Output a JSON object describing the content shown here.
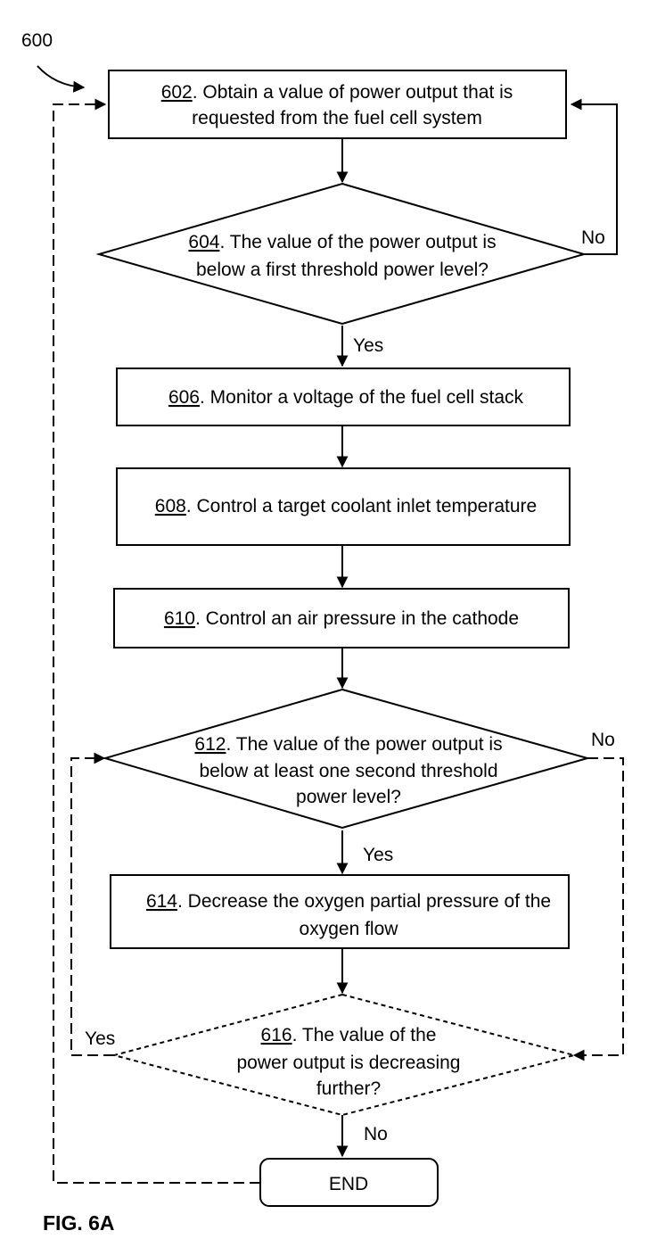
{
  "diagram": {
    "figure_number": "600",
    "caption": "FIG. 6A",
    "steps": {
      "s602": {
        "ref": "602",
        "line1": ". Obtain a value of power output that is",
        "line2": "requested from the fuel cell system"
      },
      "s604": {
        "ref": "604",
        "line1": ". The value of the power output is",
        "line2": "below a first threshold power level?"
      },
      "s606": {
        "ref": "606",
        "line1": ". Monitor a voltage of the fuel cell stack"
      },
      "s608": {
        "ref": "608",
        "line1": ". Control a target coolant inlet temperature"
      },
      "s610": {
        "ref": "610",
        "line1": ". Control an air pressure in the cathode"
      },
      "s612": {
        "ref": "612",
        "line1": ". The value of the power output is",
        "line2": "below at least one second threshold",
        "line3": "power level?"
      },
      "s614": {
        "ref": "614",
        "line1": ". Decrease the oxygen partial pressure of the",
        "line2": "oxygen flow"
      },
      "s616": {
        "ref": "616",
        "line1": ". The value of the",
        "line2": "power output is decreasing",
        "line3": "further?"
      },
      "end": {
        "label": "END"
      }
    },
    "branch_labels": {
      "no_604": "No",
      "yes_604": "Yes",
      "no_612": "No",
      "yes_612": "Yes",
      "yes_616": "Yes",
      "no_616": "No"
    }
  }
}
